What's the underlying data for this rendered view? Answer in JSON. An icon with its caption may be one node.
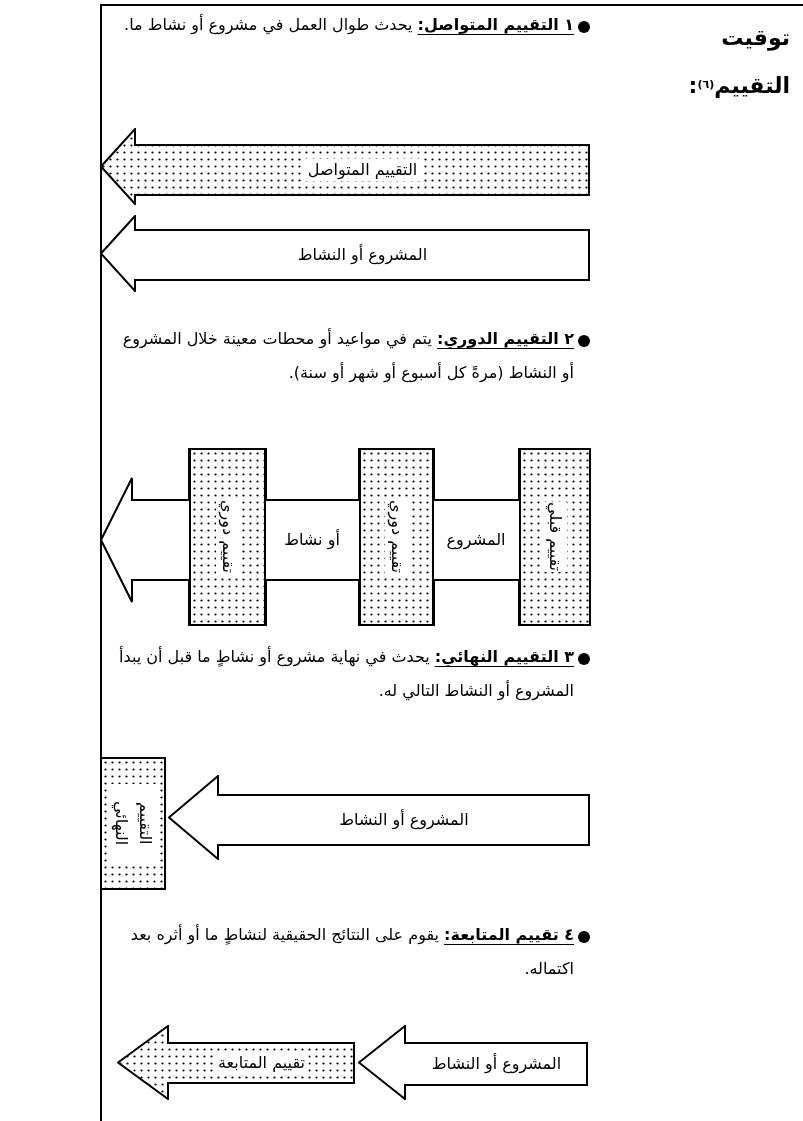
{
  "diagram": {
    "title": "توقيت التقييم$^{(٦)}$:",
    "nodes": [
      {
        "text": [
          "التقييم المتواصل"
        ]
      },
      {
        "text": [
          "المشروع أو النشاط"
        ]
      },
      {
        "text": [
          "المشروع",
          "أو نشاط"
        ]
      },
      {
        "text": [
          "تقييم قبلي"
        ],
        "in": 2
      },
      {
        "text": [
          "تقييم دوري"
        ],
        "in": 2
      },
      {
        "text": [
          "تقييم دوري"
        ],
        "in": 2
      },
      {
        "text": [
          "المشروع أو النشاط"
        ]
      },
      {
        "text": [
          "التقييم النهائي"
        ]
      },
      {
        "text": [
          "المشروع أو النشاط"
        ]
      },
      {
        "text": [
          "تقييم المتابعة"
        ]
      }
    ],
    "labels": [
      "**١ التقييم المتواصل:** يحدث طوال العمل في مشروع أو نشاط ما.",
      "**٢ التقييم الدوري:** يتم في مواعيد أو محطات معينة خلال المشروع أو النشاط (مرةً كل أسبوع أو شهر أو سنة).",
      "**٣ التقييم النهائي:** يحدث في نهاية مشروع أو نشاطٍ ما قبل أن يبدأ المشروع أو النشاط التالي له.",
      "**٤ تقييم المتابعة:** يقوم على النتائج الحقيقية لنشاطٍ ما أو أثره بعد اكتماله."
    ]
  }
}
